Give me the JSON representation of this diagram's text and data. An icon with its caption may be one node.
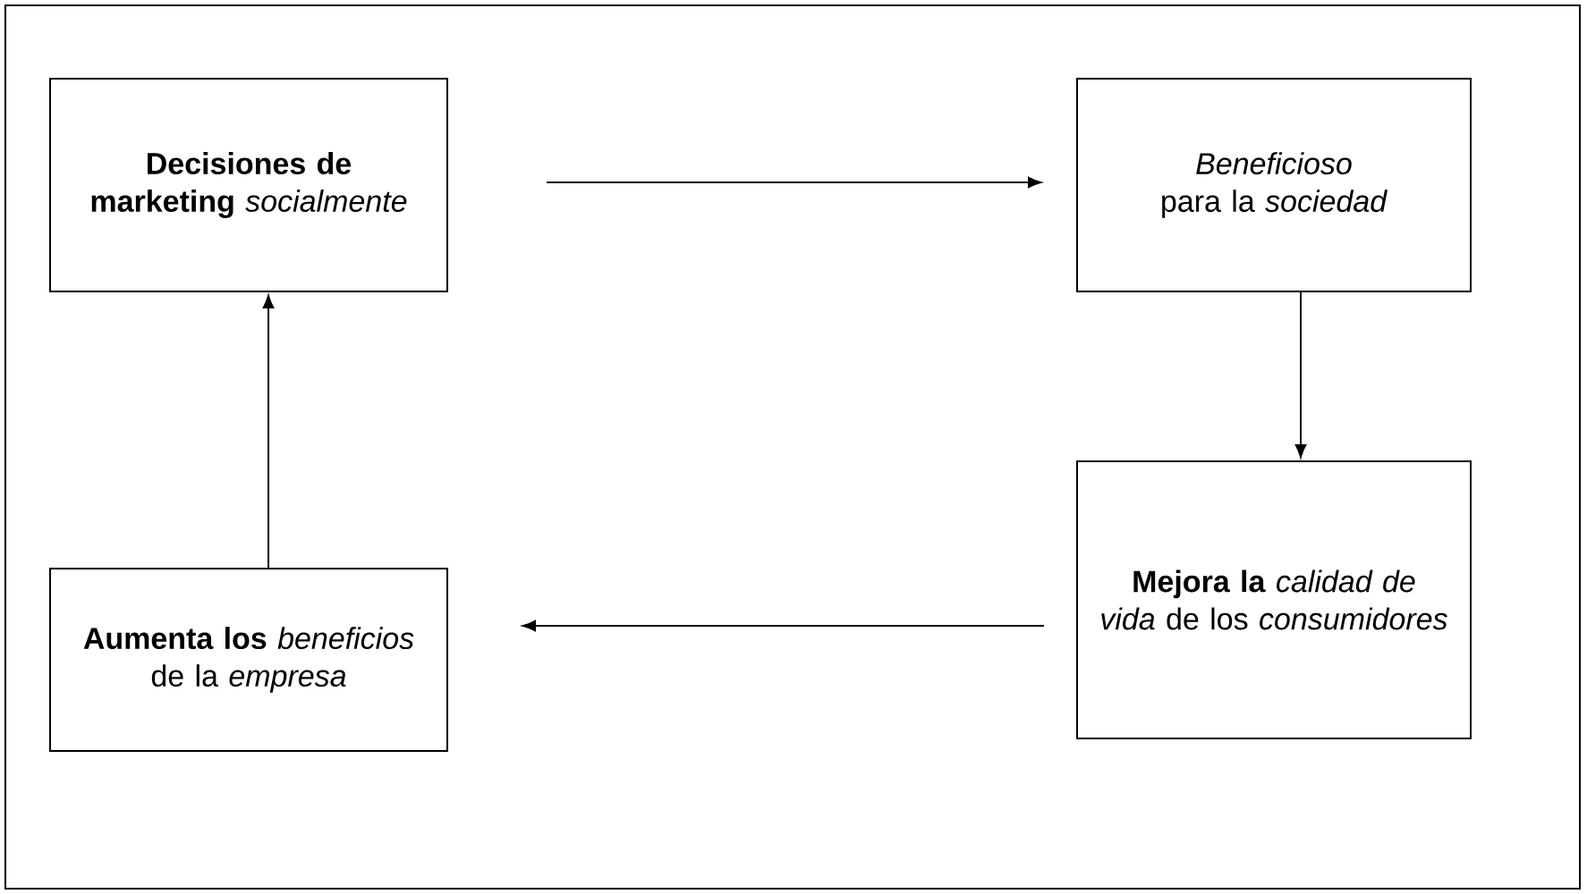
{
  "diagram": {
    "nodes": [
      {
        "text": [
          "**Decisiones de marketing** *socialmente*"
        ]
      },
      {
        "text": [
          "*Beneficioso* para la *sociedad*"
        ]
      },
      {
        "text": [
          "**Aumenta los** *beneficios* de la *empresa*"
        ]
      },
      {
        "text": [
          "**Mejora la** *calidad de vida* de los *consumidores*"
        ]
      }
    ],
    "edges": [
      {
        "from": 0,
        "to": 1,
        "arrow": "to"
      },
      {
        "from": 1,
        "to": 3,
        "arrow": "to"
      },
      {
        "from": 3,
        "to": 2,
        "arrow": "to"
      },
      {
        "from": 2,
        "to": 0,
        "arrow": "to"
      }
    ]
  }
}
